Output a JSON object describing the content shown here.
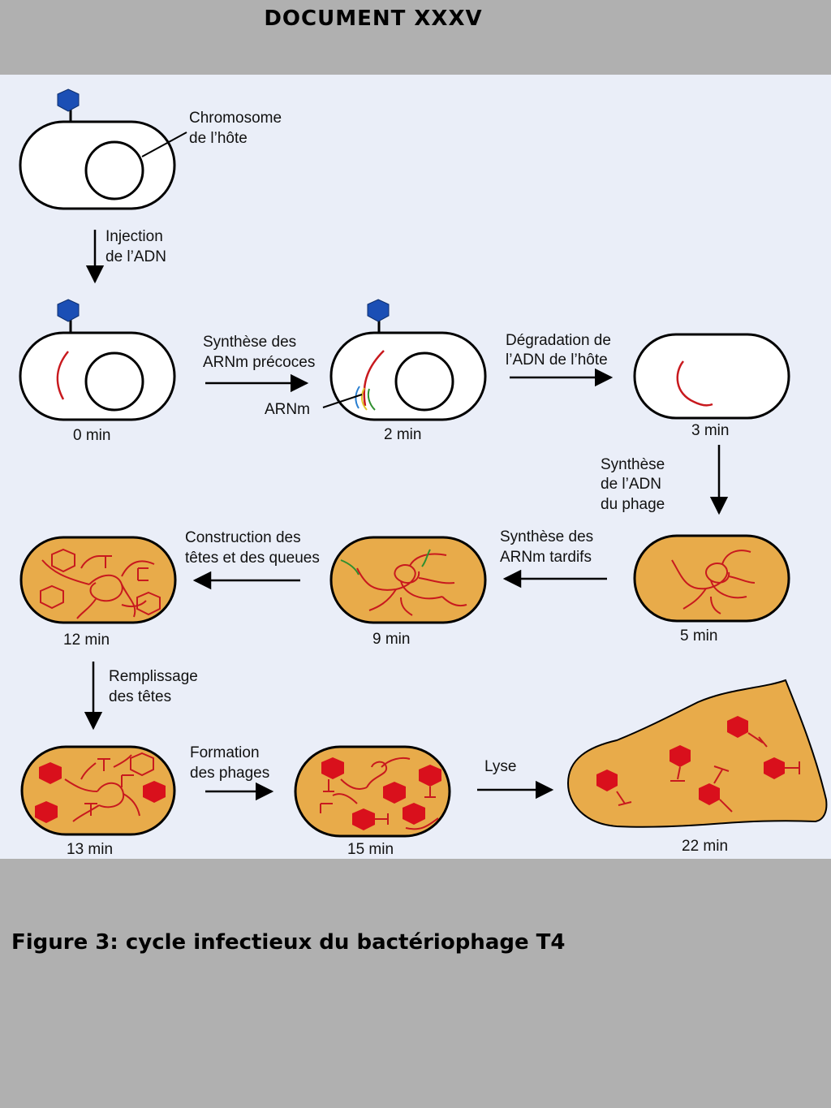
{
  "header": {
    "title": "DOCUMENT XXXV"
  },
  "labels": {
    "host_chromosome": [
      "Chromosome",
      "de l’hôte"
    ],
    "dna_injection": [
      "Injection",
      "de l’ADN"
    ],
    "early_mrna_synthesis": [
      "Synthèse des",
      "ARNm précoces"
    ],
    "mrna": "ARNm",
    "host_dna_degradation": [
      "Dégradation de",
      "l’ADN de l’hôte"
    ],
    "phage_dna_synthesis": [
      "Synthèse",
      "de l’ADN",
      "du phage"
    ],
    "late_mrna_synthesis": [
      "Synthèse des",
      "ARNm tardifs"
    ],
    "heads_tails_construction": [
      "Construction des",
      "têtes et des queues"
    ],
    "head_filling": [
      "Remplissage",
      "des têtes"
    ],
    "phage_formation": [
      "Formation",
      "des phages"
    ],
    "lysis": "Lyse"
  },
  "times": {
    "t0": "0 min",
    "t2": "2 min",
    "t3": "3 min",
    "t5": "5 min",
    "t9": "9 min",
    "t12": "12 min",
    "t13": "13 min",
    "t15": "15 min",
    "t22": "22 min"
  },
  "colors": {
    "cytoplasm_infected": "#e8ab4a",
    "phage_head_blue": "#1b4fb5",
    "phage_head_red": "#d9101c",
    "dna_red": "#c8191e",
    "mrna_green": "#2f8f2f",
    "mrna_blue": "#2a7fd0",
    "mrna_yellow": "#e1c52a",
    "panel_background": "#eaeef8"
  },
  "caption": "Figure 3: cycle infectieux du bactériophage T4"
}
